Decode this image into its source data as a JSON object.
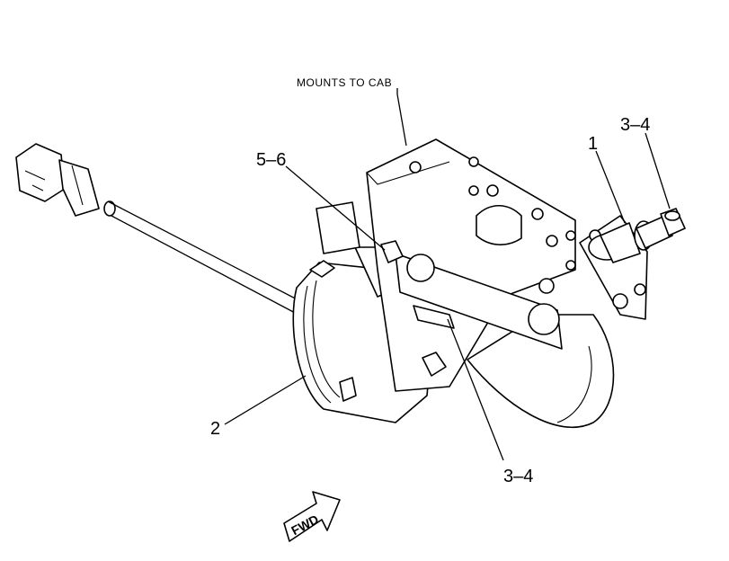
{
  "labels": {
    "mounts_to_cab": "MOUNTS TO CAB",
    "callout_1": "1",
    "callout_2": "2",
    "callout_3_4_top": "3–4",
    "callout_3_4_bottom": "3–4",
    "callout_5_6": "5–6",
    "fwd": "FWD"
  }
}
